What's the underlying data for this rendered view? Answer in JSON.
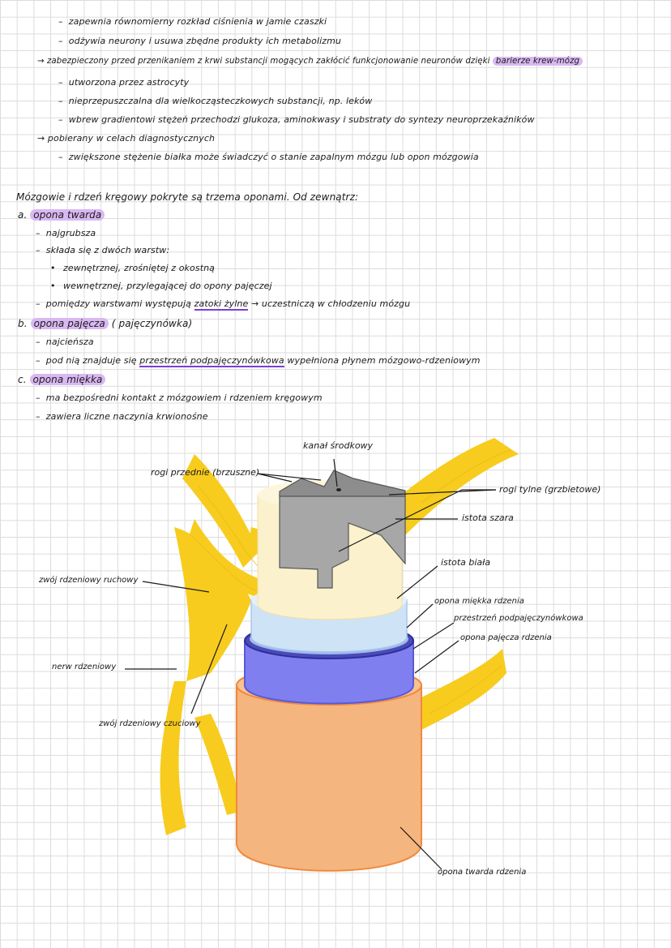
{
  "notes": {
    "l1": "zapewnia równomierny rozkład ciśnienia w jamie czaszki",
    "l2": "odżywia neurony i usuwa zbędne produkty ich metabolizmu",
    "l3a": "zabezpieczony przed przenikaniem z krwi substancji mogących zakłócić funkcjonowanie neuronów dzięki",
    "l3b": "barierze krew-mózg",
    "l4": "utworzona przez astrocyty",
    "l5": "nieprzepuszczalna dla wielkocząsteczkowych substancji, np. leków",
    "l6": "wbrew gradientowi stężeń przechodzi glukoza, aminokwasy i substraty do syntezy neuroprzekaźników",
    "l7": "pobierany w celach diagnostycznych",
    "l8": "zwiększone stężenie białka może świadczyć o stanie zapalnym mózgu lub opon mózgowia",
    "intro": "Mózgowie i rdzeń kręgowy pokryte są trzema oponami. Od zewnątrz:",
    "a_prefix": "a.",
    "a_title": "opona twarda",
    "a1": "najgrubsza",
    "a2": "składa się z dwóch warstw:",
    "a3": "zewnętrznej, zrośniętej z okostną",
    "a4": "wewnętrznej, przylegającej do opony pajęczej",
    "a5a": "pomiędzy warstwami występują",
    "a5b": "zatoki żylne",
    "a5c": "uczestniczą w chłodzeniu mózgu",
    "b_prefix": "b.",
    "b_title": "opona pajęcza",
    "b_suffix": "( pajęczynówka)",
    "b1": "najcieńsza",
    "b2a": "pod nią znajduje się",
    "b2b": "przestrzeń podpajęczynówkowa",
    "b2c": "wypełniona płynem mózgowo-rdzeniowym",
    "c_prefix": "c.",
    "c_title": "opona miękka",
    "c1": "ma bezpośredni kontakt z mózgowiem i rdzeniem kręgowym",
    "c2": "zawiera liczne naczynia krwionośne"
  },
  "diagram_labels": {
    "central_canal": "kanał środkowy",
    "anterior_horns": "rogi przednie (brzuszne)",
    "posterior_horns": "rogi tylne (grzbietowe)",
    "gray_matter": "istota szara",
    "white_matter": "istota biała",
    "pia": "opona miękka rdzenia",
    "subarachnoid": "przestrzeń podpajęczynówkowa",
    "arachnoid": "opona pajęcza rdzenia",
    "motor_ganglion": "zwój rdzeniowy ruchowy",
    "spinal_nerve": "nerw rdzeniowy",
    "sensory_ganglion": "zwój rdzeniowy czuciowy",
    "dura": "opona twarda rdzenia"
  },
  "colors": {
    "highlight": "#d9b8f2",
    "underline": "#7a3fd4",
    "nerve": "#f7cc1e",
    "gray_matter": "#a7a7a7",
    "white_matter": "#fbf1cc",
    "pia": "#cfe3f6",
    "arachnoid": "#7f7ff0",
    "dura": "#f5b57e"
  }
}
